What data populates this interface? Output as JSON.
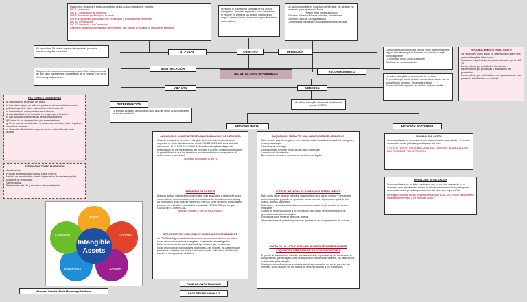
{
  "center_title": "NIC 38: ACTIVOS INTANGIBLES",
  "nodes": {
    "alcance": "ALCANCE",
    "objetivo": "OBJETIVO",
    "definicion": "DEFINICIÓN",
    "identificacion": "IDENTIFICACIÓN",
    "reconocimiento": "RECONOCIMIENTO",
    "vida_util": "VIDA ÚTIL",
    "medicion": "MEDICIÓN",
    "medicion_inicial": "MEDICIÓN INICIAL",
    "medicion_posterior": "MEDICIÓN POSTERIOR",
    "determinacion": "DETERMINACIÓN"
  },
  "alcance_box": {
    "intro": "Esta norma se aplicará en la contabilidad de los activos intangibles, excepto:",
    "items": [
      "NIC 2: Inventarios",
      "NIC 3: Combinación de negocios",
      "NIIF 5: Activos disponibles para la venta",
      "NIIF 6: Exploración y evaluación de Exploración y evaluación de minerales",
      "NIC 11: Construcción",
      "NIC 12: Impuesto a las Ganancias",
      "Gastos en desarrollo y extracción de minerales, gas natural y recursos no renovables similares."
    ]
  },
  "objetivo_box": "Prescribir el tratamiento contable de los activos intangibles. También, especifica cómo determinar el importe en libros de los activos intangibles y exige la revelación de información específica sobre estos activos.",
  "definicion_box": {
    "intro": "Un activo intangible es un activo identificable, de carácter no monetario y sin apariencia física.",
    "sub": "Pueden estar constituidos por:",
    "items": [
      "Estructura Externa: Marcas, clientes, proveedores.",
      "Estructura Interna: La organización.",
      "Competencia Individual: Conocimientos y experiencias."
    ]
  },
  "ident_a": "Es separable: Se puede separar de la entidad y vender, transferir, alquilar o cambiar.",
  "ident_b": "Surge de derechos contractuales y legales: Con independencia de que sean transferibles o separables de la entidad, o de otros derechos y obligaciones.",
  "recon_a": {
    "intro": "Cuando cumpla con los dos puntos como activo intangible, según: demuestre que el elemento en cuestión cumple con lo siguiente:",
    "items": [
      "La definición de un activo intangible",
      "El criterio de reconocimiento."
    ]
  },
  "recon_b": {
    "intro": "Un activo intangible se reconocerá si, y sólo si:",
    "items": [
      "Es probable que los beneficios económicos futuros que se han atribuido al mismo, fluyan a la entidad.",
      "El costo del activo puede ser medido de forma fiable."
    ]
  },
  "recon_c": {
    "title": "RECONOCIMIENTO COMO GASTO",
    "body": "Se reconocen como gasto los desembolsos sobre una partida intangible, tales como:",
    "items": [
      "Gastos de establecimiento, sin amortización por la NIC 38.",
      "Desembolsos por actividades formativas.",
      "Desembolsos por publicidad y actividades de promoción.",
      "Desembolsos por reubicación o reorganización de una parte o la totalidad de una entidad."
    ]
  },
  "factores": {
    "title": "FACTORES A CONSIDERAR",
    "items": [
      "a) La utilización esperada del activo.",
      "b) Los ciclos típicos de vida del producto, así como la información pública disponible sobre estimaciones de la vida útil.",
      "c) La incidencia de la obsolescencia técnica.",
      "d) La estabilidad en la industria en la que opere el activo.",
      "e) Las actuaciones esperadas de los competidores.",
      "f) El nivel de los desembolsos por mantenimiento.",
      "g) El período de control sobre el activo, así como los límites legales u otros tipos similares.",
      "h) Si la vida útil del activo depende de las vidas útiles de otros activos."
    ]
  },
  "terminos": {
    "title": "TÉRMINOS A TENER EN CUENTA",
    "items": [
      "Amortización",
      "Proceso de amortización: inicio y final (NIIF 5).",
      "Método de amortización: lineal, depreciación decreciente y el de unidades de producción.",
      "Valor residual.",
      "Revisión de vida útil y el método de amortización."
    ]
  },
  "determinacion_box": "La entidad evalúa la amortización si la vida útil de un activo intangible es finita o indefinida.",
  "adquisicion_comb": {
    "title": "ADQUISICIÓN COMO PARTE DE UNA COMBINACIÓN DE NEGOCIOS",
    "body": "Cuando se adquiere un activo intangible dentro de una combinación de negocios, el costo del mismo será su VALOR RAZONABLE en la fecha de adquisición. El VALOR RAZONABLE del activo intangible reflejará las expectativas de los participantes del mercado a la fecha de adquisición sobre la probabilidad de que los beneficios económicos futuros incorporados al activo fluyan a la entidad.",
    "note": "Todo esto regido bajo la NIIF 3"
  },
  "permutas": {
    "title": "PERMUTAS DE ACTIVOS",
    "body": "Algunos activos intangibles pueden haber sido adquiridos a cambio de uno o varios activos no monetarios, o de una combinación de activos monetarios y no monetarios. Esto, sólo se refiere a la PERMUTA de un activo no monetario por otro, pero también es aplicable a todas las PERMUTAS que tengan CARÁCTER COMERCIAL.",
    "note": "También, medido a VALOR RAZONABLE"
  },
  "plusvalia": {
    "title": "OTROS ACTIVOS INTANGIBLES GENERADOS INTERNAMENTE",
    "body": "La PLUSVALÍA generada internamente no se reconocerá como un activo.",
    "items": [
      "No se reconocerán activos intangibles surgidos de la investigación.",
      "Estos se reconocerán como gastos del periodo en que se incurran.",
      "No se reconocerán como activos intangibles a las marcas, las cabeceras de periódicos o revistas, los sellos o denominaciones editoriales, las listas de clientes u otras partidas similares."
    ]
  },
  "fases": [
    "FASE DE INVESTIGACIÓN",
    "FASE DE DESARROLLO"
  ],
  "gobierno": {
    "title": "ADQUISICIÓN MEDIANTE UNA SUBVENCIÓN DEL GOBIERNO",
    "body": "Esto sucede cuando un gobierno le entrega a una entidad ciertos activos intangibles, como por ejemplo:",
    "items": [
      "Derechos de aterrizaje.",
      "Licencias para explotar emisoras de radio o televisión.",
      "Licencias de importación.",
      "Derechos de acceso a recursos de carácter restringido."
    ]
  },
  "generados": {
    "title": "ACTIVOS INTANGIBLES GENERADOS INTERNAMENTE",
    "body": "Esto costo hacer separar todos los desembolsos para crear, producir y preparar el activo intangible y pueda ser operar de forma correcta. Algunos ejemplos de los costos, son los siguientes:",
    "items": [
      "Materiales y servicios utilizados o consumidos durante la generación del activo intangible.",
      "Costos de remuneraciones a los empleados que están dentro del proceso de generación del activo intangible.",
      "Honorarios para registrar derechos legales.",
      "Amortizaciones de patentes y licencias que tienen uso de generación de activos."
    ]
  },
  "costo": {
    "title": "COSTO DE UN ACTIVO INTANGIBLE GENERADO INTERNAMENTE",
    "subtitle": "ADQUISICIÓN SEPARADA DE UN ACTIVO INTANGIBLE",
    "items": [
      "El precio de adquisición, incluidos los aranceles de importación y los impuestos no recuperables que recaigan sobre la adquisición, sin deducir, también, los descuentos comerciales y las rebajas.",
      "Cualquier costo directamente relacionado a la preparación del activo para su uso previsto, como pueden ser los costos de remuneraciones a los empleados."
    ]
  },
  "modelo_costo": {
    "title": "MODELO DEL COSTO",
    "body": "Se contabilizará por su costo menos la amortización acumulada y el importe acumulado de las pérdidas por deterioro del valor.",
    "formula": "= COSTO - AMORTIZACIÓN ACUMULADA - IMPORTE ACUMULADO DE LAS PÉRDIDAS POR DETERIORO"
  },
  "modelo_reval": {
    "title": "MODELO DE REVALUACIÓN",
    "body": "Se contabilizará por su valor revaluado, que es su valor razonable en el momento de la revaluación, menos la amortización acumulada y el importe acumulado de las pérdidas por deterioro del valor que haya sufrido.",
    "note": "Para fijar el importe de las revaluaciones según la NIC 38, el valor razonable se medirá por referencia a un mercado activo."
  },
  "medicion_box": "Un activo intangible se medirá inicialmente por su COSTO.",
  "collage": {
    "center_line1": "Intangible",
    "center_line2": "Assets",
    "petals": [
      "Brands",
      "Goodwill",
      "Patents",
      "Trademarks",
      "Knowhow"
    ]
  },
  "autora": "Alumna: Sandra Vilela Marmolejo Medrano",
  "colors": {
    "center": "#c9a9b8",
    "pink": "#fbe9ee",
    "accent": "#c0001a"
  }
}
